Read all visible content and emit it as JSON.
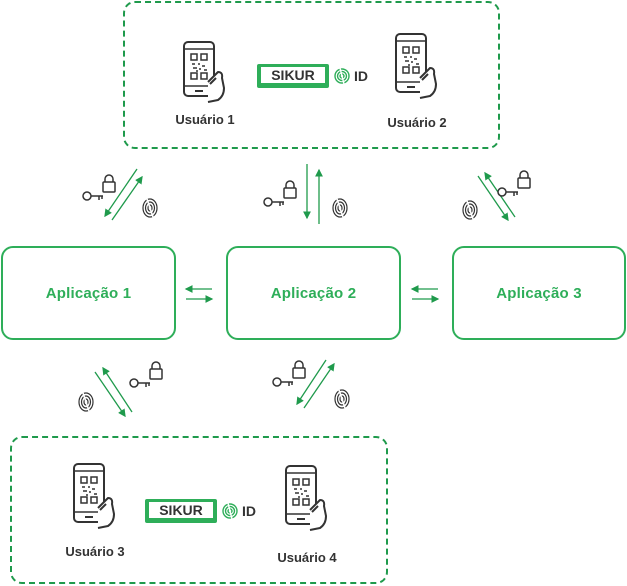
{
  "brand": {
    "word": "SIKUR",
    "suffix": "ID",
    "colors": {
      "green": "#2eae59",
      "dark_green": "#1f8a42",
      "ink": "#333333"
    }
  },
  "users": [
    {
      "label": "Usuário 1"
    },
    {
      "label": "Usuário 2"
    },
    {
      "label": "Usuário 3"
    },
    {
      "label": "Usuário 4"
    }
  ],
  "apps": [
    {
      "label": "Aplicação 1"
    },
    {
      "label": "Aplicação 2"
    },
    {
      "label": "Aplicação 3"
    }
  ],
  "icons": {
    "phone": "smartphone-qr-icon",
    "key": "padlock-key-icon",
    "fingerprint": "fingerprint-icon",
    "arrow": "arrow-icon"
  }
}
